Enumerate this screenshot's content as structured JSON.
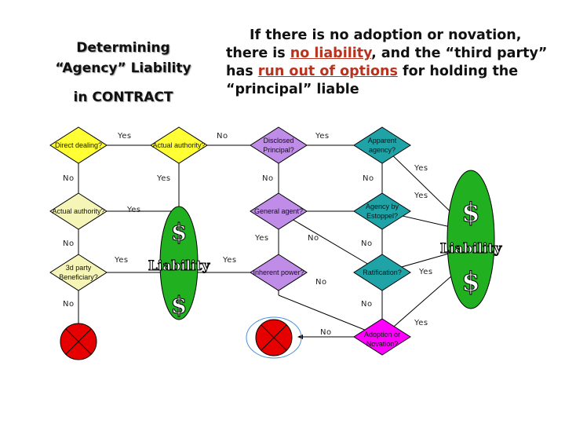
{
  "titles": {
    "left_line1": "Determining",
    "left_line2": "“Agency” Liability",
    "left_line3": "in CONTRACT",
    "right_part1": "If there is no adoption or novation, there is ",
    "right_hl1": "no liability",
    "right_part2": ", and the “third party” has ",
    "right_hl2": "run out of options",
    "right_part3": " for holding the “principal” liable"
  },
  "nodes": {
    "direct_dealing": "Direct dealing?",
    "actual_authority_1": "Actual authority?",
    "disclosed_l1": "Disclosed",
    "disclosed_l2": "Principal?",
    "apparent_l1": "Apparent",
    "apparent_l2": "agency?",
    "actual_authority_2": "Actual authority?",
    "general_agent": "General agent?",
    "estoppel_l1": "Agency by",
    "estoppel_l2": "Estoppel?",
    "third_party_l1": "3d party",
    "third_party_l2": "Beneficiary?",
    "inherent_power": "Inherent power?",
    "ratification": "Ratification?",
    "adoption_l1": "Adoption or",
    "adoption_l2": "Novation?"
  },
  "liability": {
    "dollar": "$",
    "word": "Liability"
  },
  "edges": {
    "yes": "Yes",
    "no": "No"
  },
  "colors": {
    "yellow": "#ffff33",
    "lavender": "#bf8ce8",
    "teal": "#1fa3a6",
    "pale_yellow": "#f5f5b8",
    "magenta": "#f0f",
    "green": "#20b020",
    "red": "#e60000",
    "highlight": "#b8331f"
  }
}
